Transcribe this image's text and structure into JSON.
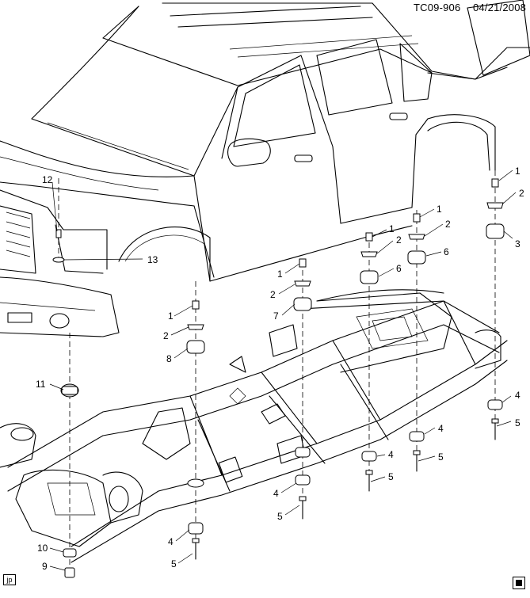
{
  "header": {
    "code": "TC09-906",
    "date": "04/21/2008"
  },
  "corner_tag": "jp",
  "callouts": {
    "c1a": "1",
    "c1b": "1",
    "c1c": "1",
    "c1d": "1",
    "c1e": "1",
    "c2a": "2",
    "c2b": "2",
    "c2c": "2",
    "c2d": "2",
    "c2e": "2",
    "c3": "3",
    "c4a": "4",
    "c4b": "4",
    "c4c": "4",
    "c4d": "4",
    "c4e": "4",
    "c5a": "5",
    "c5b": "5",
    "c5c": "5",
    "c5d": "5",
    "c5e": "5",
    "c6a": "6",
    "c6b": "6",
    "c7": "7",
    "c8": "8",
    "c9": "9",
    "c10": "10",
    "c11": "11",
    "c12": "12",
    "c13": "13"
  },
  "icons": {
    "corner_icon": "book-icon"
  }
}
